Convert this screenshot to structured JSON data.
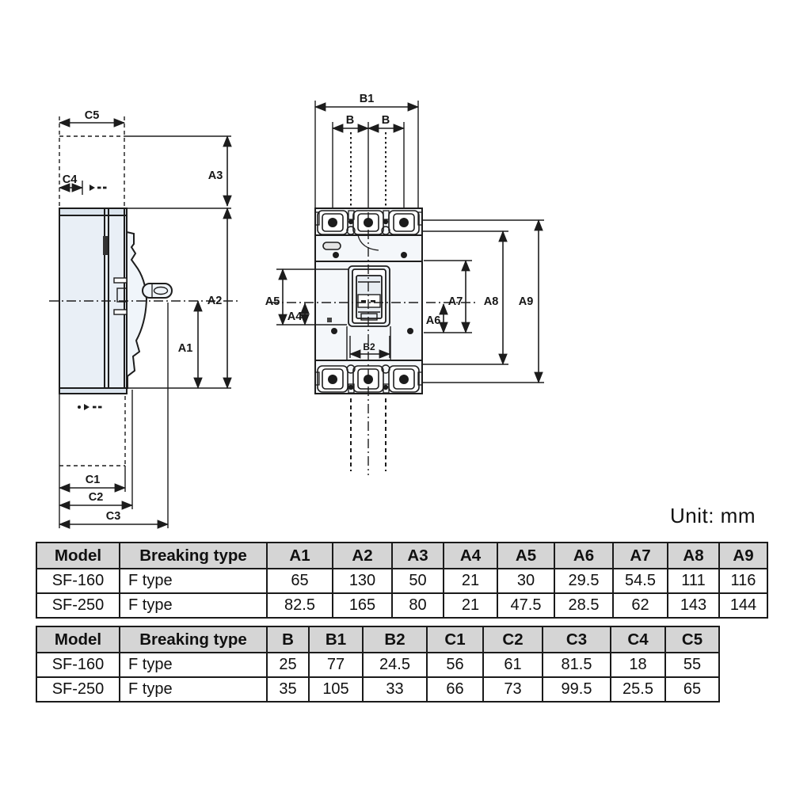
{
  "unit_label": "Unit: mm",
  "diagram": {
    "side_view": {
      "c5": "C5",
      "c4": "C4",
      "a3": "A3",
      "a2": "A2",
      "a1": "A1",
      "c1": "C1",
      "c2": "C2",
      "c3": "C3"
    },
    "front_view": {
      "b1": "B1",
      "b_left": "B",
      "b_right": "B",
      "b2": "B2",
      "a4": "A4",
      "a5": "A5",
      "a6": "A6",
      "a7": "A7",
      "a8": "A8",
      "a9": "A9"
    }
  },
  "tables": [
    {
      "headers": [
        "Model",
        "Breaking type",
        "A1",
        "A2",
        "A3",
        "A4",
        "A5",
        "A6",
        "A7",
        "A8",
        "A9"
      ],
      "rows": [
        [
          "SF-160",
          "F type",
          "65",
          "130",
          "50",
          "21",
          "30",
          "29.5",
          "54.5",
          "111",
          "116"
        ],
        [
          "SF-250",
          "F type",
          "82.5",
          "165",
          "80",
          "21",
          "47.5",
          "28.5",
          "62",
          "143",
          "144"
        ]
      ]
    },
    {
      "headers": [
        "Model",
        "Breaking type",
        "B",
        "B1",
        "B2",
        "C1",
        "C2",
        "C3",
        "C4",
        "C5"
      ],
      "rows": [
        [
          "SF-160",
          "F type",
          "25",
          "77",
          "24.5",
          "56",
          "61",
          "81.5",
          "18",
          "55"
        ],
        [
          "SF-250",
          "F type",
          "35",
          "105",
          "33",
          "66",
          "73",
          "99.5",
          "25.5",
          "65"
        ]
      ]
    }
  ]
}
